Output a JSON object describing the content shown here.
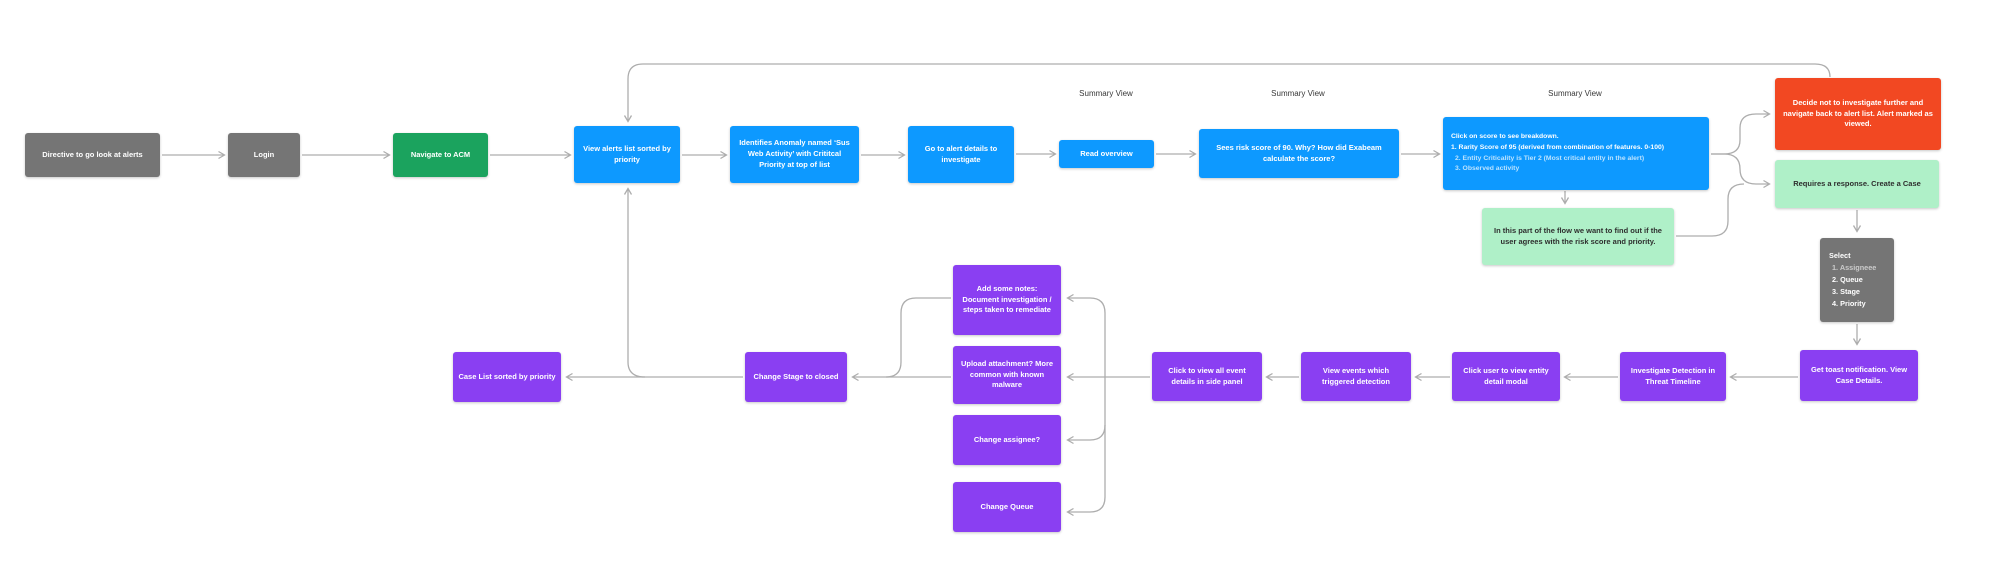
{
  "labels": {
    "summary_view": "Summary View"
  },
  "nodes": {
    "directive": "Directive to go look at alerts",
    "login": "Login",
    "navigate_acm": "Navigate to ACM",
    "view_alerts": "View alerts list sorted by priority",
    "identifies_anomaly": "Identifies Anomaly named ‘Sus Web Activity’ with Crititcal Priority at top of list",
    "go_to_alert": "Go to alert details to investigate",
    "read_overview": "Read overview",
    "sees_risk_score": "Sees risk score of 90. Why? How did Exabeam calculate the score?",
    "score_breakdown": {
      "title": "Click on score to see breakdown.",
      "items": [
        "1. Rarity Score of 95 (derived from combination of features. 0-100)",
        "2. Entity Criticality is Tier 2 (Most critical entity in the alert)",
        "3. Observed activity"
      ]
    },
    "decide_not_investigate": "Decide not to investigate further and navigate back to alert list. Alert marked as viewed.",
    "requires_response": "Requires a response. Create a Case",
    "note_agreement": "In this part of the flow we want to find out if the user agrees with the risk score and priority.",
    "select": {
      "title": "Select",
      "items": [
        "1. Assigneee",
        "2. Queue",
        "3. Stage",
        "4. Priority"
      ]
    },
    "toast": "Get toast notification. View Case Details.",
    "investigate_detection": "Investigate Detection in Threat Timeline",
    "click_user": "Click user to view entity detail modal",
    "view_events": "View events which triggered detection",
    "click_view_details": "Click to view all event details in side panel",
    "add_notes": "Add some notes: Document investigation / steps taken to remediate",
    "upload_attachment": "Upload attachment? More common with known malware",
    "change_assignee": "Change assignee?",
    "change_queue": "Change Queue",
    "change_stage": "Change Stage to closed",
    "case_list": "Case List sorted by priority"
  },
  "colors": {
    "gray_node": "#757575",
    "green_node": "#1BA35E",
    "blue_node": "#0D99FF",
    "red_node": "#F24822",
    "light_green_node": "#AFF0C8",
    "purple_node": "#8A3FF2",
    "connector": "#ADADAD",
    "background": "#FFFFFF"
  }
}
